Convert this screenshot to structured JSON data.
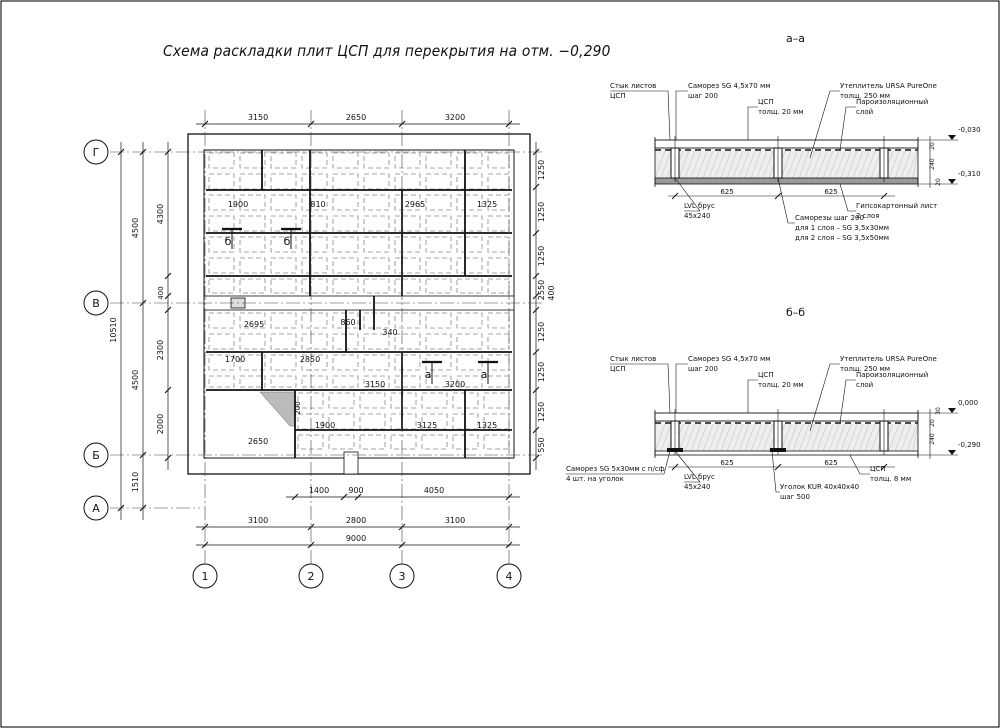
{
  "title": "Схема раскладки плит ЦСП для перекрытия на отм. −0,290",
  "section_aa": {
    "title": "а–а",
    "labels": {
      "joint": [
        "Стык листов",
        "ЦСП"
      ],
      "screw": [
        "Саморез SG 4,5х70 мм",
        "шаг 200"
      ],
      "csp": [
        "ЦСП",
        "толщ. 20 мм"
      ],
      "insulation": [
        "Утеплитель URSA PureOne",
        "толщ. 250 мм"
      ],
      "vapor": [
        "Пароизоляционный",
        "слой"
      ],
      "lvl": [
        "LVL брус",
        "45х240"
      ],
      "screws_bottom": [
        "Саморезы шаг 200",
        "для 1 слоя – SG 3,5х30мм",
        "для 2 слоя – SG 3,5х50мм"
      ],
      "gypsum": [
        "Гипсокартонный лист",
        "2 слоя"
      ]
    },
    "dims": {
      "pitch1": "625",
      "pitch2": "625",
      "d20a": "20",
      "d240": "240",
      "d20b": "20"
    },
    "levels": {
      "top": "-0,030",
      "bottom": "-0,310"
    }
  },
  "section_bb": {
    "title": "б–б",
    "labels": {
      "joint": [
        "Стык листов",
        "ЦСП"
      ],
      "screw": [
        "Саморез SG 4,5х70 мм",
        "шаг 200"
      ],
      "csp": [
        "ЦСП",
        "толщ. 20 мм"
      ],
      "insulation": [
        "Утеплитель URSA PureOne",
        "толщ. 250 мм"
      ],
      "vapor": [
        "Пароизоляционный",
        "слой"
      ],
      "screw_small": [
        "Саморез SG 5х30мм с п/сф",
        "4 шт. на уголок"
      ],
      "lvl": [
        "LVL брус",
        "45х240"
      ],
      "angle": [
        "Уголок KUR 40х40х40",
        "шаг 500"
      ],
      "csp_bottom": [
        "ЦСП",
        "толщ. 8 мм"
      ]
    },
    "dims": {
      "pitch1": "625",
      "pitch2": "625",
      "d30": "30",
      "d20": "20",
      "d240": "240"
    },
    "levels": {
      "top": "0,000",
      "bottom": "-0,290"
    }
  },
  "plan": {
    "axes_h": [
      "Г",
      "В",
      "Б",
      "А"
    ],
    "axes_v": [
      "1",
      "2",
      "3",
      "4"
    ],
    "top_dims": [
      "3150",
      "2650",
      "3200"
    ],
    "bottom_dims_1": [
      "1400",
      "900",
      "4050"
    ],
    "bottom_dims_2": [
      "3100",
      "2800",
      "3100"
    ],
    "bottom_total": "9000",
    "left_dims_inner": [
      "4300",
      "400",
      "2300",
      "200",
      "2000"
    ],
    "left_dims_outer": [
      "4500",
      "4500",
      "1510"
    ],
    "left_total": "10510",
    "right_dims": [
      "1250",
      "1250",
      "1250",
      "2550",
      "400",
      "1250",
      "1250",
      "1250",
      "550"
    ],
    "inner_labels": [
      "1900",
      "810",
      "2965",
      "1325",
      "2695",
      "860",
      "340",
      "1700",
      "2850",
      "3150",
      "3200",
      "1900",
      "3125",
      "1325",
      "2650",
      "200"
    ],
    "cut_marks": [
      "б",
      "б",
      "а",
      "а"
    ]
  }
}
